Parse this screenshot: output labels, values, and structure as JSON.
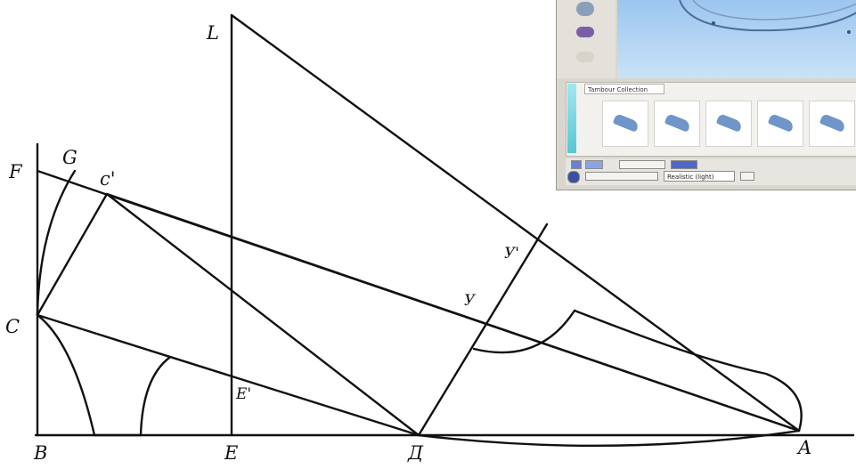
{
  "diagram": {
    "labels": {
      "L": "L",
      "F": "F",
      "G": "G",
      "C_prime": "c'",
      "C": "C",
      "B": "B",
      "E": "E",
      "E_prime": "E'",
      "D": "Д",
      "A": "A",
      "Y": "У",
      "Y_prime": "У'"
    }
  },
  "inset": {
    "tab_label": "Tambour Collection",
    "dropdown_value": "Realistic (light)",
    "accent_color": "#9cc6ee",
    "icons": [
      "cursor-tool-icon",
      "rotate-tool-icon",
      "brush-tool-icon"
    ],
    "thumbnail_count": 5
  }
}
